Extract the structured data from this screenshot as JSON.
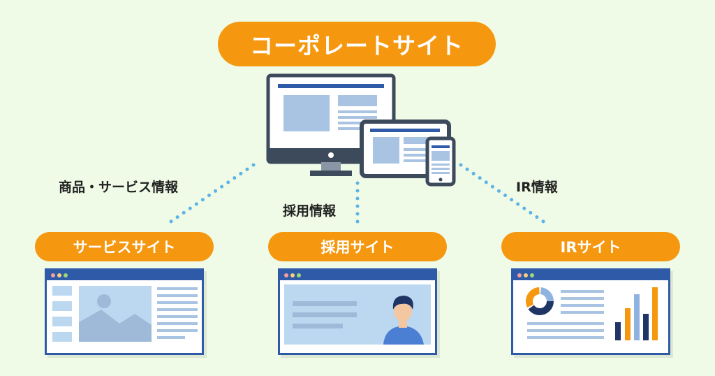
{
  "title": "コーポレートサイト",
  "children": [
    {
      "label": "サービスサイト",
      "connector_label": "商品・サービス情報"
    },
    {
      "label": "採用サイト",
      "connector_label": "採用情報"
    },
    {
      "label": "IRサイト",
      "connector_label": "IR情報"
    }
  ],
  "colors": {
    "background": "#effbe6",
    "accent_orange": "#f5970f",
    "window_blue": "#2f5aa8",
    "light_blue": "#bcd8f0",
    "dotted_line": "#5bb3e8"
  }
}
